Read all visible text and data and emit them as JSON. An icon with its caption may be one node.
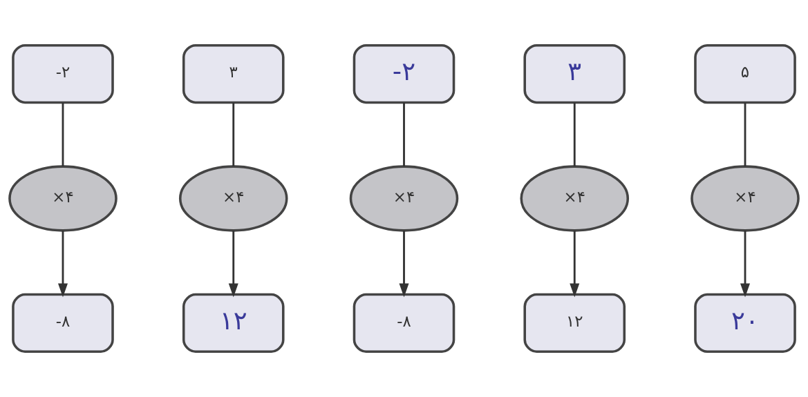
{
  "diagram": {
    "nodes": [
      {
        "text": [
          "-۲"
        ]
      },
      {
        "text": [
          "۳"
        ]
      },
      {
        "text": [
          "-۲"
        ]
      },
      {
        "text": [
          "۳"
        ]
      },
      {
        "text": [
          "۵"
        ]
      },
      {
        "text": [
          "×۴"
        ]
      },
      {
        "text": [
          "×۴"
        ]
      },
      {
        "text": [
          "×۴"
        ]
      },
      {
        "text": [
          "×۴"
        ]
      },
      {
        "text": [
          "×۴"
        ]
      },
      {
        "text": [
          "-۸"
        ]
      },
      {
        "text": [
          "۱۲"
        ]
      },
      {
        "text": [
          "-۸"
        ]
      },
      {
        "text": [
          "۱۲"
        ]
      },
      {
        "text": [
          "۲۰"
        ]
      }
    ],
    "edges": [
      {
        "from": 0,
        "to": 5,
        "arrow": "none"
      },
      {
        "from": 5,
        "to": 10,
        "arrow": "to"
      },
      {
        "from": 1,
        "to": 6,
        "arrow": "none"
      },
      {
        "from": 6,
        "to": 11,
        "arrow": "to"
      },
      {
        "from": 2,
        "to": 7,
        "arrow": "none"
      },
      {
        "from": 7,
        "to": 12,
        "arrow": "to"
      },
      {
        "from": 3,
        "to": 8,
        "arrow": "none"
      },
      {
        "from": 8,
        "to": 13,
        "arrow": "to"
      },
      {
        "from": 4,
        "to": 9,
        "arrow": "none"
      },
      {
        "from": 9,
        "to": 14,
        "arrow": "to"
      }
    ]
  }
}
